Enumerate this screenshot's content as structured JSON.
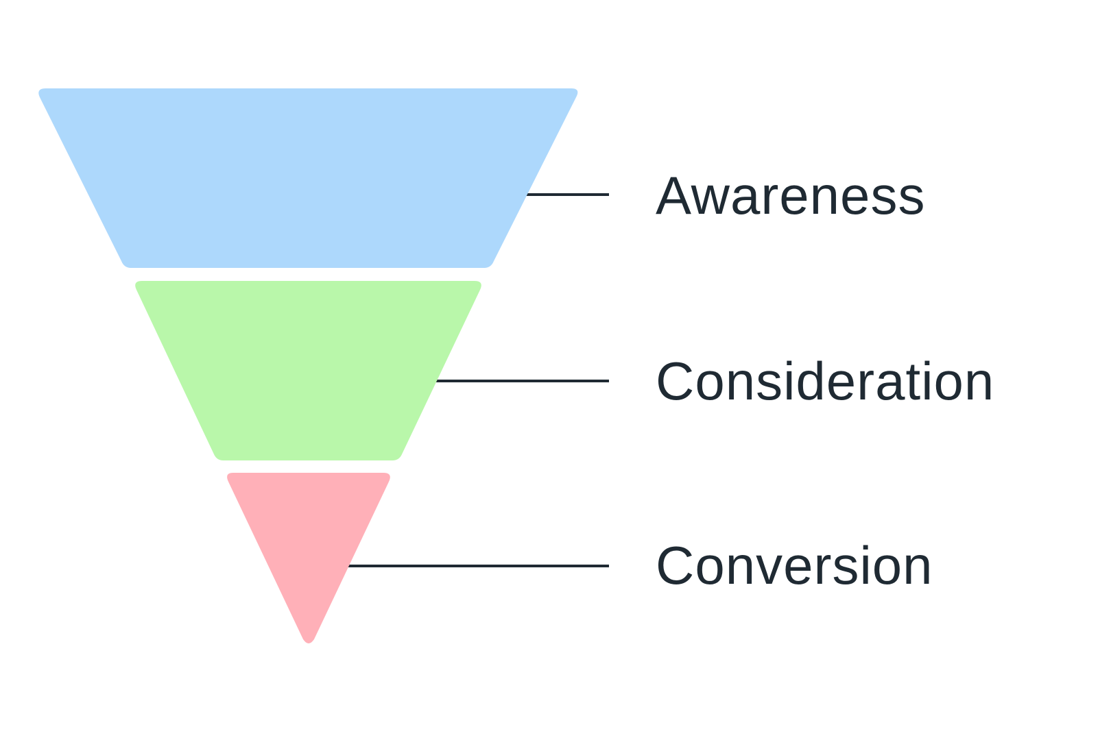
{
  "funnel": {
    "stages": [
      {
        "label": "Awareness",
        "color": "#add8fc"
      },
      {
        "label": "Consideration",
        "color": "#b9f7aa"
      },
      {
        "label": "Conversion",
        "color": "#ffb0b8"
      }
    ],
    "connector_color": "#1f2a33"
  }
}
